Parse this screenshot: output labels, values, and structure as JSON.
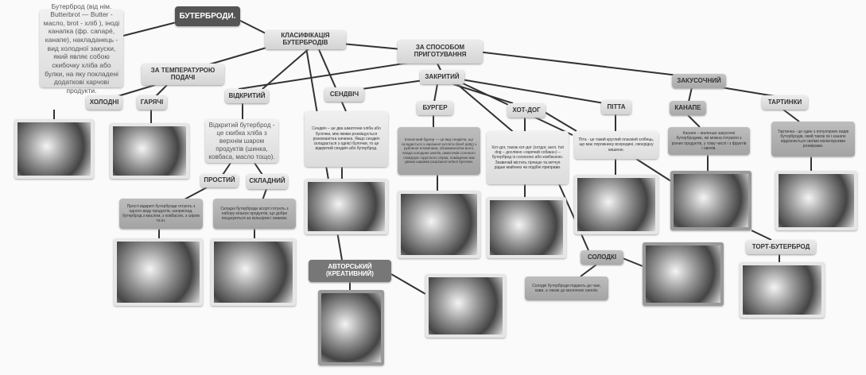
{
  "title": "БУТЕРБРОДИ.",
  "definition": "Бутерброд (від нім. Butterbrot — Butter - масло, brot - хліб ), іноді канапка (фр. canapé, канапе), накладанець - вид холодної закуски, який являє собою скибочку хліба або булки, на яку покладені додаткові харчові продукти.",
  "nodes": {
    "classification": "КЛАСИФІКАЦІЯ БУТЕРБРОДІВ",
    "by_method": "ЗА СПОСОБОМ ПРИГОТУВАННЯ",
    "by_temperature": "ЗА ТЕМПЕРАТУРОЮ ПОДАЧІ",
    "cold": "ХОЛОДНІ",
    "hot": "ГАРЯЧІ",
    "open": "ВІДКРИТИЙ",
    "sandwich": "СЕНДВІЧ",
    "closed": "ЗАКРИТИЙ",
    "burger": "БУРГЕР",
    "hotdog": "ХОТ-ДОГ",
    "pitta": "ПІТТА",
    "snack": "ЗАКУСОЧНИЙ",
    "canape": "КАНАПЕ",
    "tartinki": "ТАРТИНКИ",
    "simple": "ПРОСТИЙ",
    "complex": "СКЛАДНИЙ",
    "author": "АВТОРСЬКИЙ (КРЕАТИВНИЙ)",
    "sweet": "СОЛОДКІ",
    "cake": "ТОРТ-БУТЕРБРОД"
  },
  "texts": {
    "open": "Відкритий бутерброд - це скибка хліба з верхнім шаром продуктів (шинка, ковбаса, масло тощо).",
    "sandwich": "Сендвіч – це два шматочки хліба або булочки, між якими розміщується різноманітна начинка. Якщо сендвіч складається з однієї булочки, то це відкритий сендвіч або бутерброд.",
    "burger": "Класичний бургер — це вид сендвіча, що складається з нарізаної котлети (beef patty) з рубленої яловичини, обсмаженої/на вогні, влада холодних овочів, шматочків солоного помідора і хрусткого огірка, поміщених між двома шарами розрізаної м'якої булочки.",
    "hotdog": "Хот-дог, також хот-дог (хотдог, англ. hot dog – дослівно «гарячий собака») – бутерброд із сосискою або ковбаскою. Зазвичай містить гірчицю та кетчуп рідше майонез чи подібні приправи.",
    "pitta": "Піта - це такий круглий пласкіий хлібець, що має порожнину всередині, своєрідну кишеню.",
    "canape": "Канапе – маленькі закусочні бутербродики, які можна готувати з різних продуктів, у тому числі і з фруктів і овочів.",
    "tartinki": "Тартинка - це один з популярних видів бутербродів, який також як і канапе відрізняється своїми мініатюрними розмірами.",
    "simple": "Прості відкриті бутерброди готують з одного виду продуктів, наприклад, бутерброд з маслом, з ковбасою, з сиром та ін.",
    "complex": "Складні бутерброди асорті готують з набору кількох продуктів, що добре поєднуються за кольором і смаком.",
    "sweet": "Солодкі бутерброди подають до чаю, кави, а також до молочних напоїв."
  }
}
